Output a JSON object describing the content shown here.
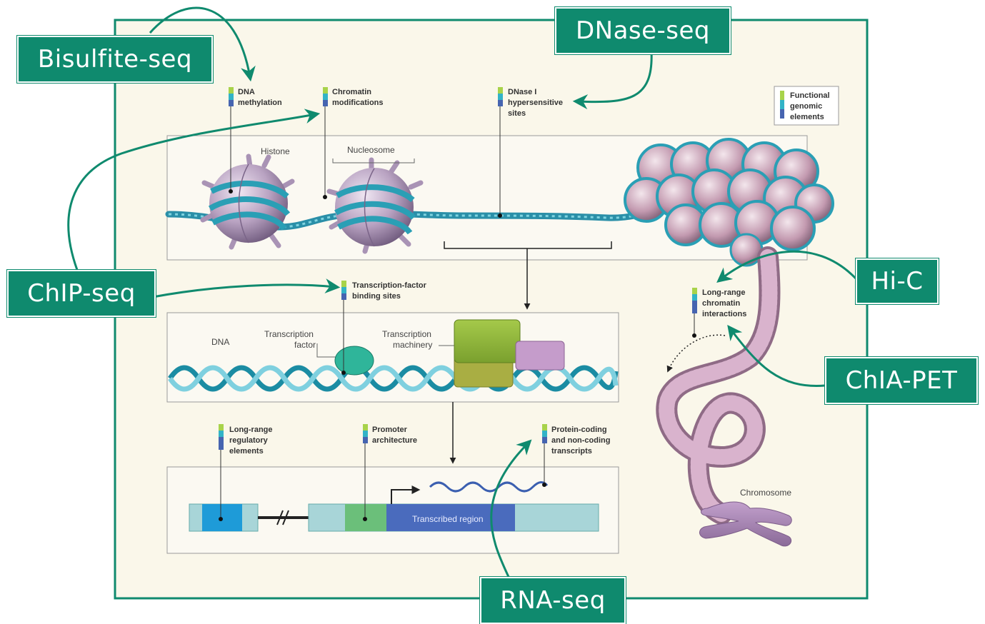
{
  "assay_tags": {
    "bisulfite": "Bisulfite-seq",
    "dnase": "DNase-seq",
    "chip": "ChIP-seq",
    "hic": "Hi-C",
    "chiapet": "ChIA-PET",
    "rna": "RNA-seq"
  },
  "legend": {
    "line1": "Functional",
    "line2": "genomic",
    "line3": "elements"
  },
  "element_labels": {
    "dna_methylation": [
      "DNA",
      "methylation"
    ],
    "chromatin_mod": [
      "Chromatin",
      "modifications"
    ],
    "dnase_sites": [
      "DNase I",
      "hypersensitive",
      "sites"
    ],
    "tf_binding": [
      "Transcription-factor",
      "binding sites"
    ],
    "long_range_chromatin": [
      "Long-range",
      "chromatin",
      "interactions"
    ],
    "long_range_regulatory": [
      "Long-range",
      "regulatory",
      "elements"
    ],
    "promoter": [
      "Promoter",
      "architecture"
    ],
    "transcripts": [
      "Protein-coding",
      "and non-coding",
      "transcripts"
    ]
  },
  "annotations": {
    "histone": "Histone",
    "nucleosome": "Nucleosome",
    "dna": "DNA",
    "tf_line1": "Transcription",
    "tf_line2": "factor",
    "tm_line1": "Transcription",
    "tm_line2": "machinery",
    "transcribed_region": "Transcribed region",
    "chromosome": "Chromosome"
  },
  "colors": {
    "frame": "#0f8a6e",
    "panel_bg": "#faf7ea",
    "nucleosome": "#b9a3c2",
    "dna_strand": "#2a9fb5",
    "marker_green": "#a8d34a",
    "marker_teal": "#32b3c7",
    "marker_blue": "#4664b0"
  }
}
